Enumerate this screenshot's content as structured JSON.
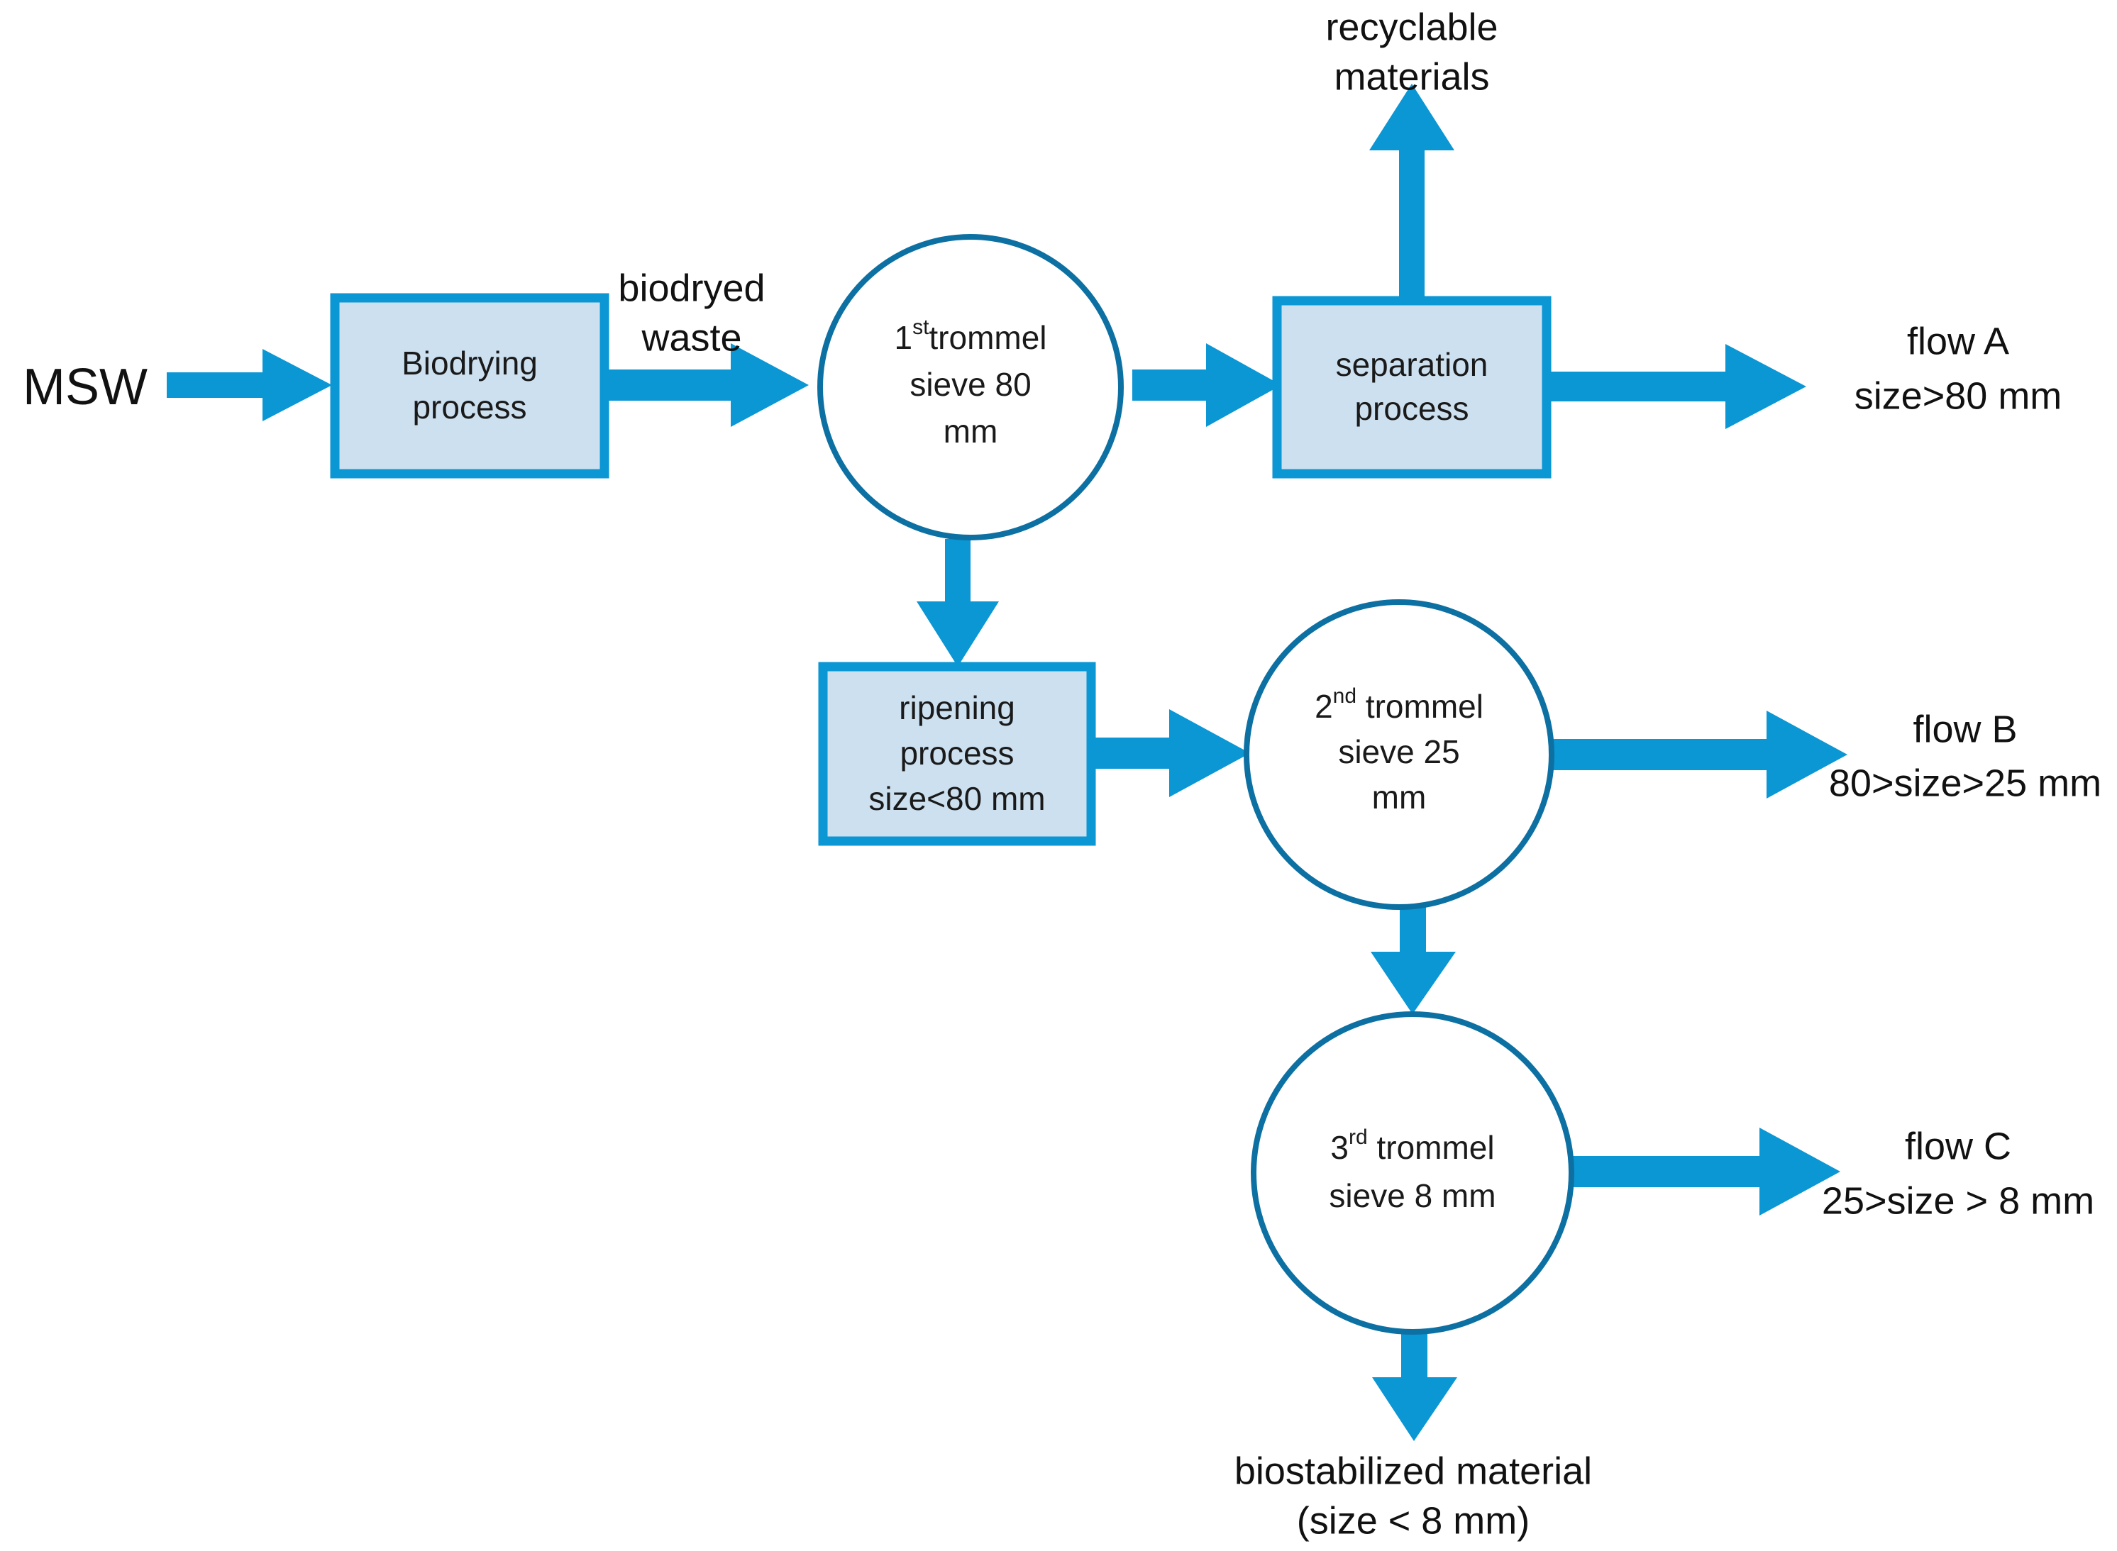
{
  "diagram": {
    "title": "MSW biodrying and trommel sieving process flow",
    "colors": {
      "box_fill": "#cce0f0",
      "box_border": "#0b96d4",
      "circle_stroke": "#0d70a3",
      "arrow": "#0b96d4",
      "text": "#111111",
      "background": "#ffffff"
    },
    "inputs": {
      "msw": "MSW"
    },
    "nodes": {
      "biodrying": {
        "line1": "Biodrying",
        "line2": "process"
      },
      "trommel1": {
        "ordinal": "1",
        "ordinal_sup": "st",
        "line1_rest": "trommel",
        "line2": "sieve 80",
        "line3": "mm"
      },
      "separation": {
        "line1": "separation",
        "line2": "process"
      },
      "ripening": {
        "line1": "ripening",
        "line2": "process",
        "line3": "size<80 mm"
      },
      "trommel2": {
        "ordinal": "2",
        "ordinal_sup": "nd",
        "line1_rest": "trommel",
        "line2": "sieve 25",
        "line3": "mm"
      },
      "trommel3": {
        "ordinal": "3",
        "ordinal_sup": "rd",
        "line1_rest": "trommel",
        "line2": "sieve 8 mm"
      }
    },
    "edge_labels": {
      "biodried_waste_line1": "biodryed",
      "biodried_waste_line2": "waste"
    },
    "outputs": {
      "recyclable_line1": "recyclable",
      "recyclable_line2": "materials",
      "flow_a_line1": "flow A",
      "flow_a_line2": "size>80 mm",
      "flow_b_line1": "flow B",
      "flow_b_line2": "80>size>25 mm",
      "flow_c_line1": "flow C",
      "flow_c_line2": "25>size > 8 mm",
      "biostabilized_line1": "biostabilized material",
      "biostabilized_line2": "(size < 8 mm)"
    }
  }
}
